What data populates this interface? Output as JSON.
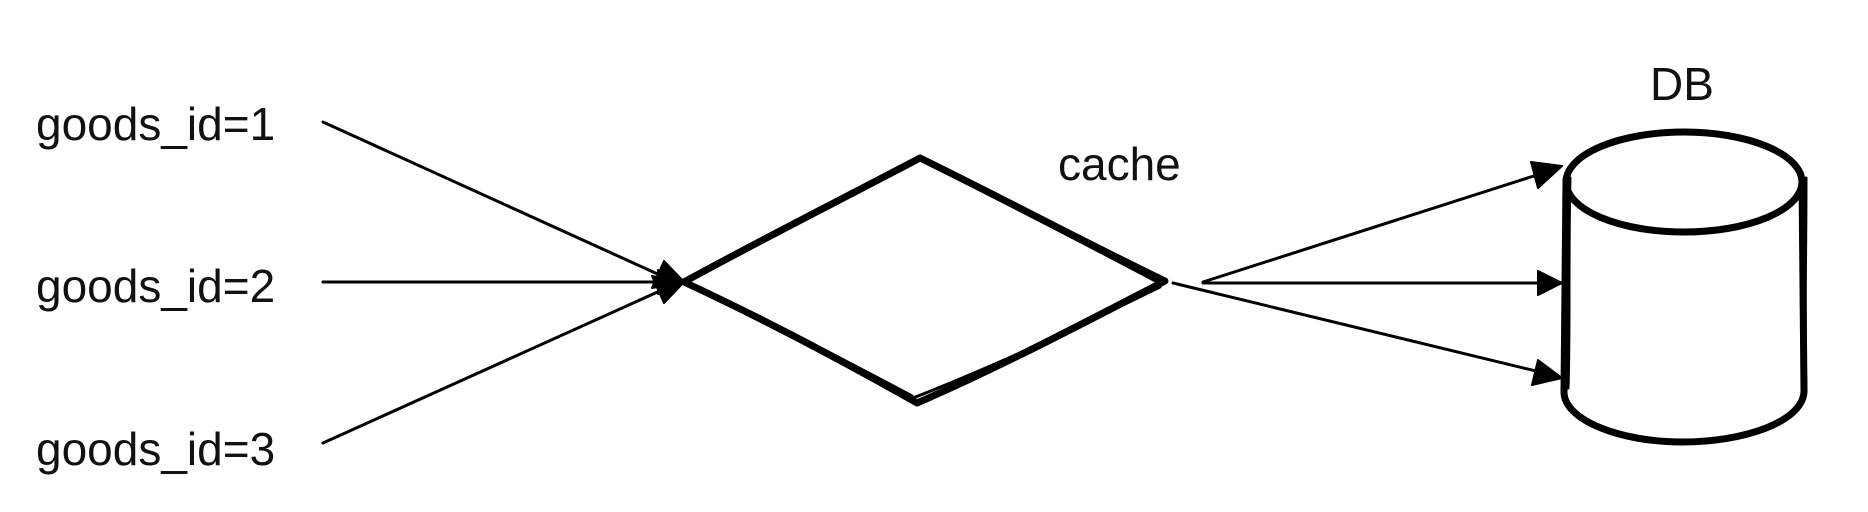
{
  "sources": [
    {
      "label": "goods_id=1"
    },
    {
      "label": "goods_id=2"
    },
    {
      "label": "goods_id=3"
    }
  ],
  "cache": {
    "label": "cache"
  },
  "database": {
    "label": "DB"
  },
  "colors": {
    "stroke": "#000000",
    "text": "#111111",
    "background": "#ffffff"
  }
}
